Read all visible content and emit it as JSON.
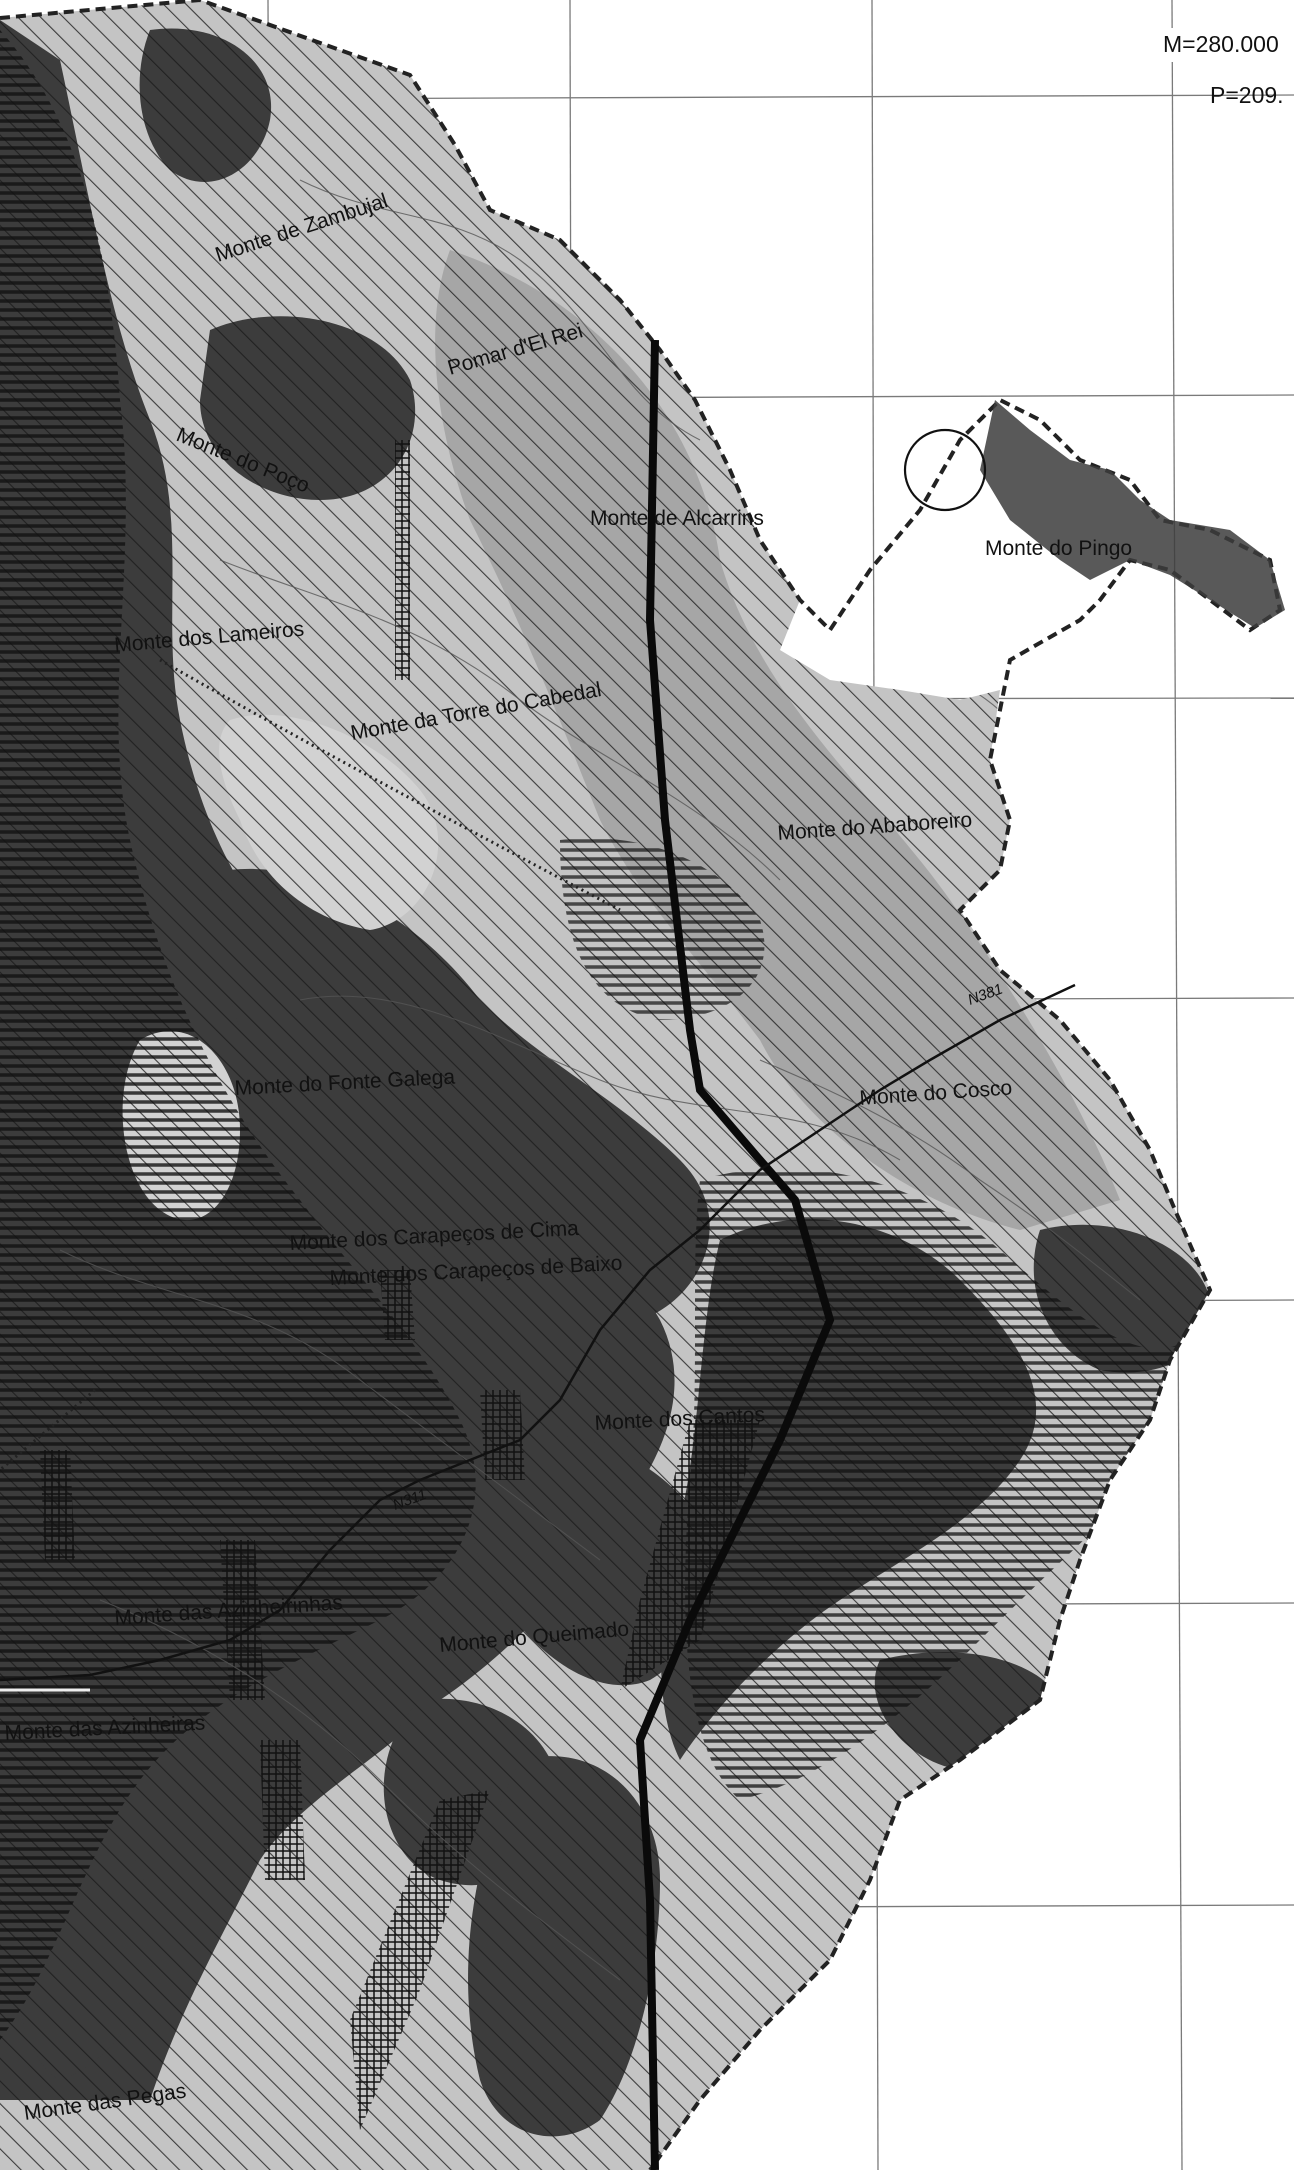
{
  "map": {
    "coordinates": {
      "m_label": "M=280.000",
      "p_label": "P=209."
    },
    "place_names": [
      "Monte de Zambujal",
      "Pomar d'El Rei",
      "Monte do Poço",
      "Monte de Alcarrins",
      "Monte do Pingo",
      "Monte dos Lameiros",
      "Monte da Torre do Cabedal",
      "Monte do Ababoreiro",
      "Monte do Fonte Galega",
      "Monte do Cosco",
      "Monte dos Carapeços de Cima",
      "Monte dos Carapeços de Baixo",
      "Monte dos Cantos",
      "Monte das Azinheirinhas",
      "Monte do Queimado",
      "Monte das Azinheiras",
      "Monte das Pegas"
    ],
    "road_labels": [
      "N381",
      "N311"
    ],
    "colors": {
      "background": "#ffffff",
      "light_zone": "#c4c4c4",
      "medium_zone": "#8f8f8f",
      "dark_zone": "#3c3c3c",
      "hatch": "#1a1a1a",
      "grid": "#7a7a7a"
    }
  }
}
